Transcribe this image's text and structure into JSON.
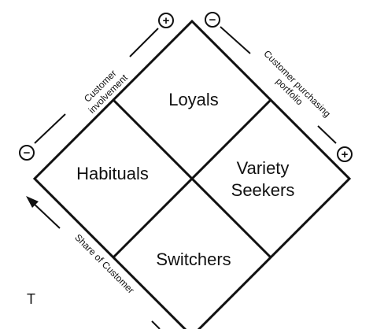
{
  "quadrants": {
    "top": "Loyals",
    "left": "Habituals",
    "right_line1": "Variety",
    "right_line2": "Seekers",
    "bottom": "Switchers"
  },
  "axes": {
    "involvement_line1": "Customer",
    "involvement_line2": "involvement",
    "portfolio_line1": "Customer purchasing",
    "portfolio_line2": "portfolio",
    "share": "Share of Customer"
  },
  "symbols": {
    "plus": "+",
    "minus": "−"
  },
  "corner_letter": "T"
}
